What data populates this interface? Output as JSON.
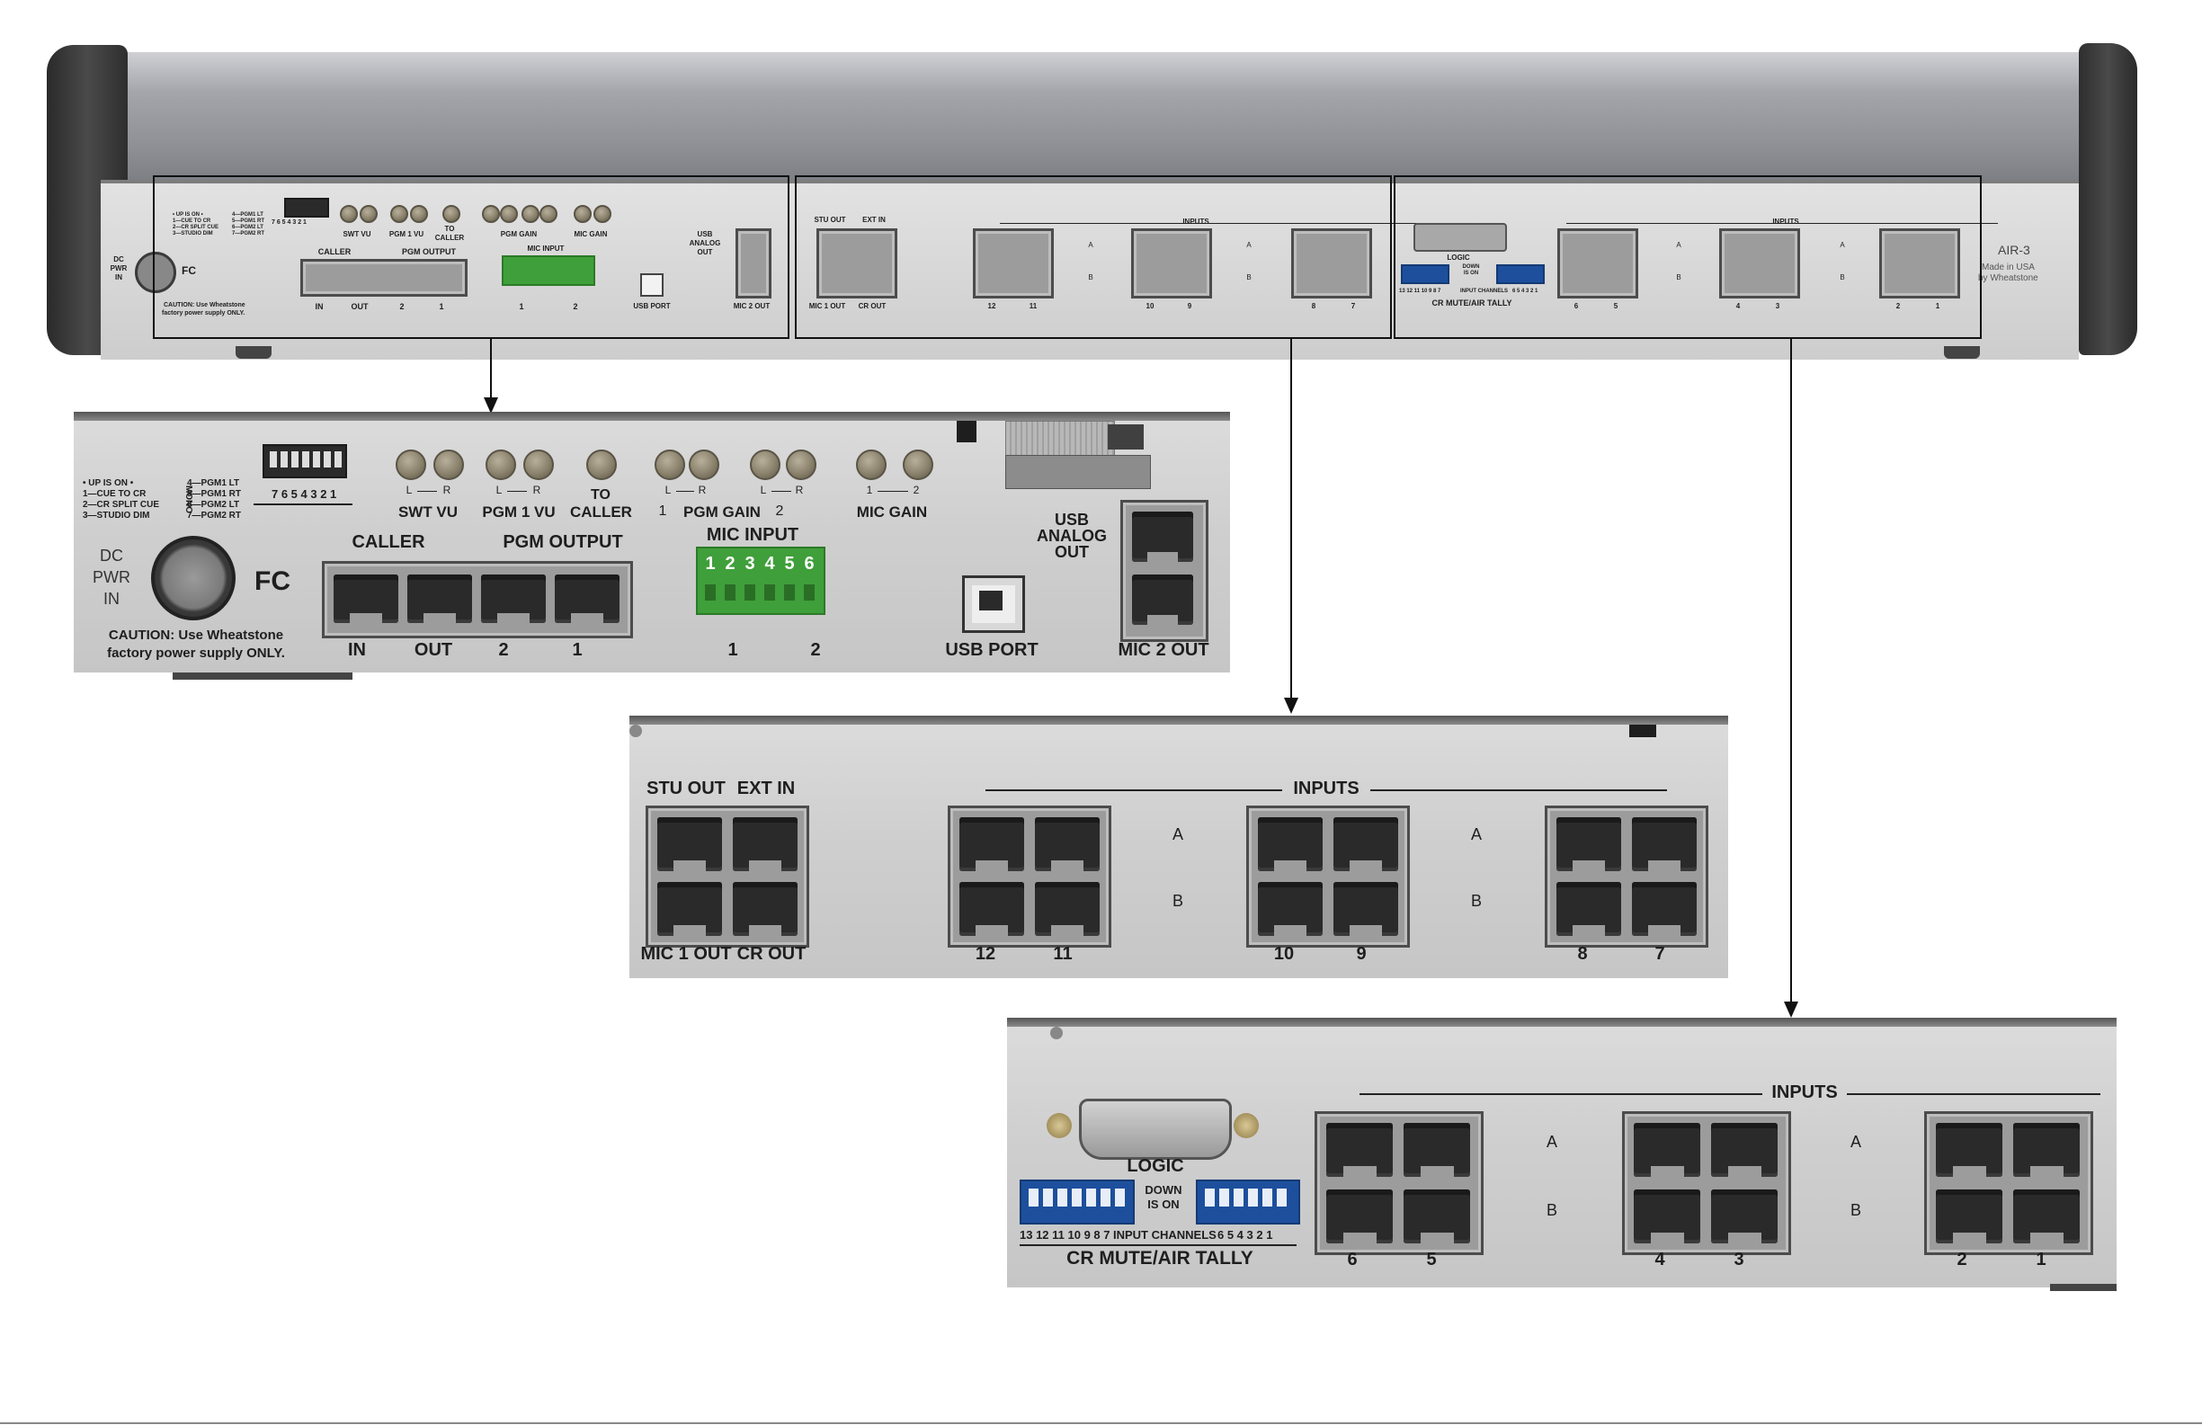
{
  "unit": {
    "model": "AIR-3",
    "made_in": "Made in USA",
    "by": "by Wheatstone"
  },
  "left": {
    "dip_legend": [
      "• UP IS ON •",
      "1—CUE TO CR",
      "2—CR SPLIT CUE",
      "3—STUDIO DIM"
    ],
    "dip_legend_right": [
      "4—PGM1 LT",
      "5—PGM1 RT",
      "6—PGM2 LT",
      "7—PGM2 RT"
    ],
    "dip_rotated": "MONO",
    "dip_numbers": "7 6 5 4 3 2 1",
    "dc_pwr_in": [
      "DC",
      "PWR",
      "IN"
    ],
    "fc": "FC",
    "caution": [
      "CAUTION: Use Wheatstone",
      "factory power supply ONLY."
    ],
    "caution_small": [
      "CAUTION: Use Wheatstone",
      "factory power supply ONLY."
    ],
    "lr": [
      "L",
      "R"
    ],
    "swt_vu": "SWT VU",
    "pgm1_vu": "PGM 1 VU",
    "to_caller": [
      "TO",
      "CALLER"
    ],
    "pgm_gain": "PGM GAIN",
    "pgm_gain_1": "1",
    "pgm_gain_2": "2",
    "mic_gain": "MIC GAIN",
    "mic_gain_1": "1",
    "mic_gain_2": "2",
    "caller": "CALLER",
    "pgm_output": "PGM OUTPUT",
    "mic_input": "MIC INPUT",
    "mic_terminals": [
      "1",
      "2",
      "3",
      "4",
      "5",
      "6"
    ],
    "rj45_labels": [
      "IN",
      "OUT",
      "2",
      "1"
    ],
    "mic_input_nums": [
      "1",
      "2"
    ],
    "usb_port": "USB PORT",
    "usb_analog_out": [
      "USB",
      "ANALOG",
      "OUT"
    ],
    "mic2_out": "MIC 2 OUT"
  },
  "middle": {
    "stu_out": "STU OUT",
    "ext_in": "EXT IN",
    "mic1_out": "MIC 1 OUT",
    "cr_out": "CR OUT",
    "inputs": "INPUTS",
    "a": "A",
    "b": "B",
    "groups": [
      [
        "12",
        "11"
      ],
      [
        "10",
        "9"
      ],
      [
        "8",
        "7"
      ]
    ]
  },
  "right": {
    "logic": "LOGIC",
    "down_is_on": [
      "DOWN",
      "IS ON"
    ],
    "channels_left": "13 12 11 10 9  8  7",
    "input_channels": "INPUT CHANNELS",
    "channels_right": "6  5  4  3  2  1",
    "cr_mute_air_tally": "CR MUTE/AIR TALLY",
    "inputs": "INPUTS",
    "a": "A",
    "b": "B",
    "groups": [
      [
        "6",
        "5"
      ],
      [
        "4",
        "3"
      ],
      [
        "2",
        "1"
      ]
    ]
  }
}
